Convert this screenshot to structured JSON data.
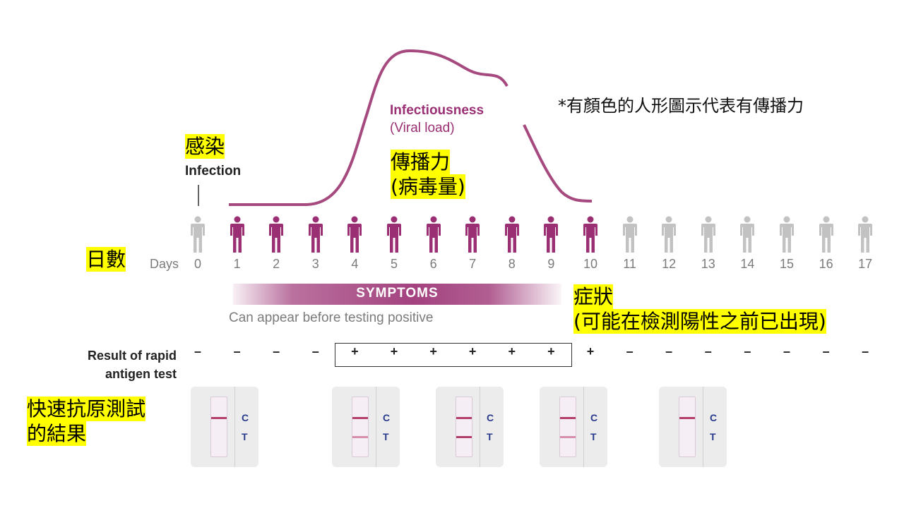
{
  "note": "*有顏色的人形圖示代表有傳播力",
  "infection": {
    "label_cn": "感染",
    "label_en": "Infection"
  },
  "infectiousness": {
    "label_en": "Infectiousness",
    "sub_en": "(Viral load)",
    "label_cn_1": "傳播力",
    "label_cn_2": "(病毒量)"
  },
  "days": {
    "label_cn": "日數",
    "label_en": "Days",
    "values": [
      "0",
      "1",
      "2",
      "3",
      "4",
      "5",
      "6",
      "7",
      "8",
      "9",
      "10",
      "11",
      "12",
      "13",
      "14",
      "15",
      "16",
      "17"
    ],
    "infectious": [
      false,
      true,
      true,
      true,
      true,
      true,
      true,
      true,
      true,
      true,
      true,
      false,
      false,
      false,
      false,
      false,
      false,
      false
    ]
  },
  "symptoms": {
    "label_en": "SYMPTOMS",
    "caption_en": "Can appear before testing positive",
    "label_cn_1": "症狀",
    "label_cn_2": "(可能在檢測陽性之前已出現)"
  },
  "rapid_test": {
    "label_en_1": "Result of rapid",
    "label_en_2": "antigen test",
    "label_cn_1": "快速抗原測試",
    "label_cn_2": "的結果",
    "results": [
      "–",
      "–",
      "–",
      "–",
      "+",
      "+",
      "+",
      "+",
      "+",
      "+",
      "+",
      "–",
      "–",
      "–",
      "–",
      "–",
      "–",
      "–"
    ]
  },
  "kits": {
    "c_letter": "C",
    "t_letter": "T",
    "items": [
      {
        "name": "test-kit-day-0",
        "t_line": "none"
      },
      {
        "name": "test-kit-day-4",
        "t_line": "faint"
      },
      {
        "name": "test-kit-day-7",
        "t_line": "strong"
      },
      {
        "name": "test-kit-day-9",
        "t_line": "faint"
      },
      {
        "name": "test-kit-day-12",
        "t_line": "none"
      }
    ]
  },
  "colors": {
    "infectious": "#9a2f73",
    "non_infectious": "#c2c2c2",
    "curve": "#a5497f",
    "highlight": "#ffff00"
  }
}
